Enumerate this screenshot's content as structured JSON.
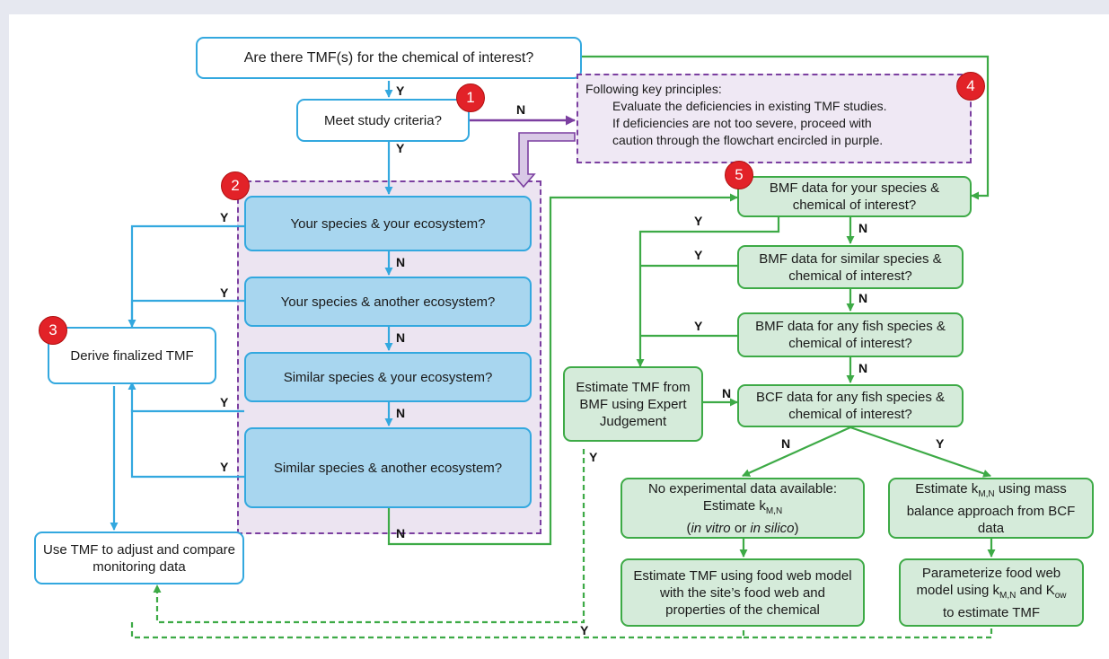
{
  "nodes": {
    "q_tmf": "Are there TMF(s) for the chemical of interest?",
    "criteria": "Meet study criteria?",
    "principles_head": "Following key principles:",
    "principles_1": "Evaluate the deficiencies in existing TMF studies.",
    "principles_2": "If deficiencies are not too severe, proceed with",
    "principles_3": "caution through the flowchart encircled in purple.",
    "your_your": "Your species & your ecosystem?",
    "your_another": "Your species & another ecosystem?",
    "similar_your": "Similar species & your ecosystem?",
    "similar_another": "Similar species & another ecosystem?",
    "derive": "Derive finalized TMF",
    "use_tmf": "Use TMF to adjust and compare monitoring data",
    "bmf_your": "BMF data for your species & chemical of interest?",
    "bmf_similar": "BMF data for similar species & chemical of interest?",
    "bmf_any": "BMF data for any fish species & chemical of interest?",
    "bcf_any": "BCF data for any fish species & chemical of interest?",
    "estimate_bmf": "Estimate TMF from BMF using Expert Judgement",
    "no_exp_1": "No experimental data available:",
    "no_exp_2": "Estimate k",
    "no_exp_sub": "M,N",
    "no_exp_3a": "in vitro",
    "no_exp_3b": " or ",
    "no_exp_3c": "in silico",
    "est_kmn_a": "Estimate k",
    "est_kmn_sub": "M,N",
    "est_kmn_b": " using mass balance approach from BCF data",
    "est_fw": "Estimate TMF using food web model with the site’s food web and properties of the chemical",
    "param_a": "Parameterize food web model using k",
    "param_sub1": "M,N",
    "param_b": " and K",
    "param_sub2": "ow",
    "param_c": " to estimate TMF"
  },
  "badges": {
    "b1": "1",
    "b2": "2",
    "b3": "3",
    "b4": "4",
    "b5": "5"
  },
  "labels": {
    "yes": "Y",
    "no": "N"
  },
  "colors": {
    "blue": "#33a8df",
    "green": "#3daa46",
    "purple": "#7b3fa0",
    "badge": "#e22228"
  }
}
